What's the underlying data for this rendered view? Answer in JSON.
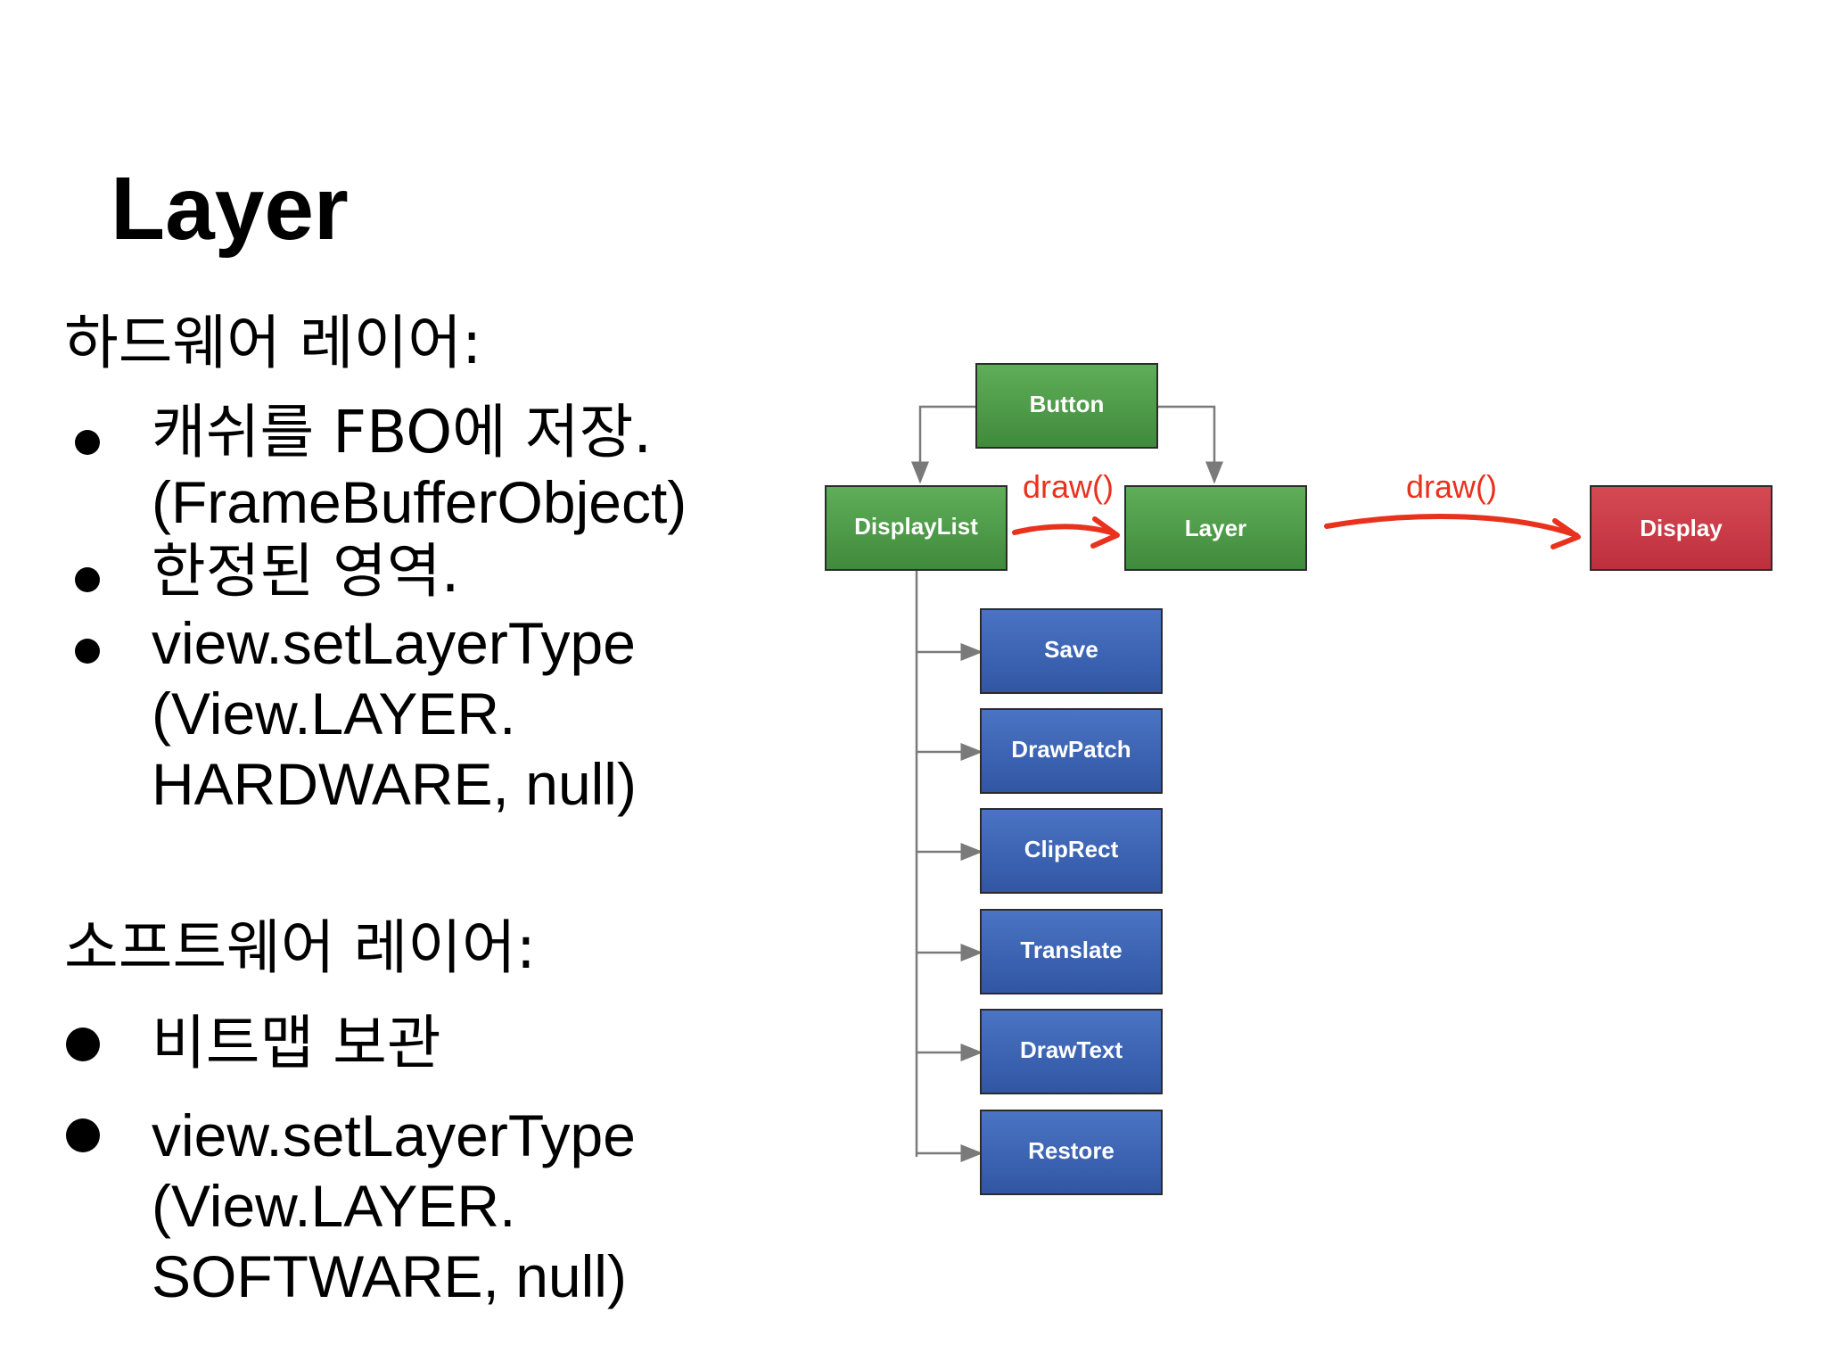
{
  "title": "Layer",
  "hardware": {
    "heading": "하드웨어 레이어:",
    "bullets": [
      {
        "lines": [
          "캐쉬를 FBO에 저장.",
          "(FrameBufferObject)"
        ]
      },
      {
        "lines": [
          "한정된 영역."
        ]
      },
      {
        "lines": [
          "view.setLayerType",
          "(View.LAYER.",
          "HARDWARE, null)"
        ]
      }
    ]
  },
  "software": {
    "heading": "소프트웨어 레이어:",
    "bullets": [
      {
        "lines": [
          "비트맵 보관"
        ]
      },
      {
        "lines": [
          "view.setLayerType",
          "(View.LAYER.",
          "SOFTWARE, null)"
        ]
      }
    ]
  },
  "diagram": {
    "nodes": {
      "button": "Button",
      "displaylist": "DisplayList",
      "layer": "Layer",
      "display": "Display"
    },
    "ops": [
      "Save",
      "DrawPatch",
      "ClipRect",
      "Translate",
      "DrawText",
      "Restore"
    ],
    "arrow_labels": {
      "to_layer": "draw()",
      "to_display": "draw()"
    },
    "colors": {
      "green": "#4c9a48",
      "blue": "#3a62b0",
      "red": "#cc3a46",
      "arrow_red": "#e8321e",
      "connector": "#7a7a7a"
    }
  }
}
